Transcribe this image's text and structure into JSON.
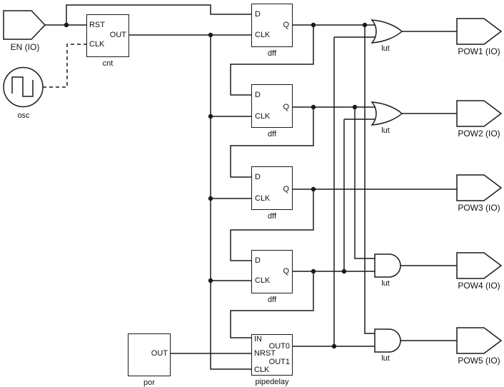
{
  "diagram": {
    "io": {
      "en": "EN (IO)",
      "pow1": "POW1 (IO)",
      "pow2": "POW2 (IO)",
      "pow3": "POW3 (IO)",
      "pow4": "POW4 (IO)",
      "pow5": "POW5 (IO)"
    },
    "osc": {
      "label": "osc"
    },
    "cnt": {
      "label": "cnt",
      "port_rst": "RST",
      "port_clk": "CLK",
      "port_out": "OUT"
    },
    "dff": {
      "label": "dff",
      "port_d": "D",
      "port_clk": "CLK",
      "port_q": "Q"
    },
    "por": {
      "label": "por",
      "port_out": "OUT"
    },
    "pipedelay": {
      "label": "pipedelay",
      "port_in": "IN",
      "port_nrst": "NRST",
      "port_clk": "CLK",
      "port_out0": "OUT0",
      "port_out1": "OUT1"
    },
    "lut": {
      "label": "lut"
    },
    "colors": {
      "line": "#1a1a1a",
      "text": "#111111",
      "background": "#ffffff"
    }
  }
}
